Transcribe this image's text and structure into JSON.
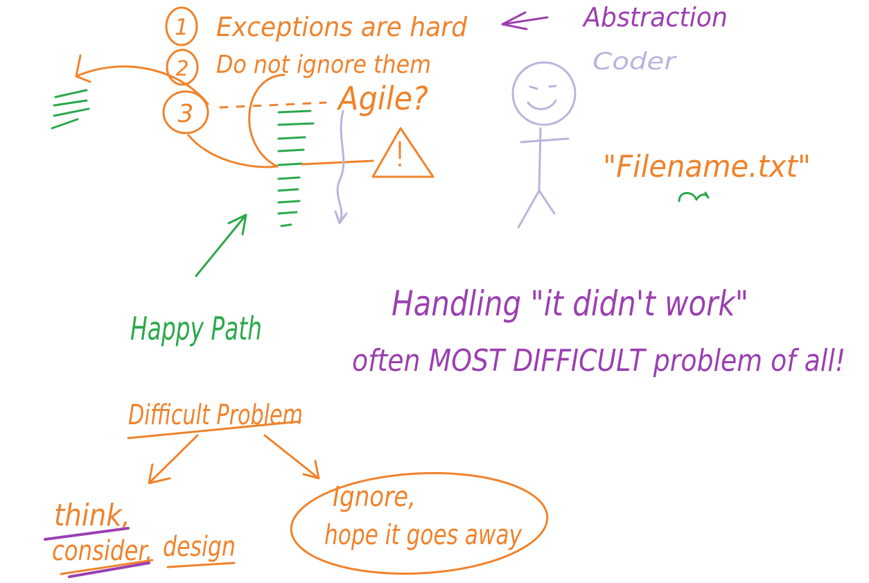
{
  "colors": {
    "orange": "#F0822A",
    "purple": "#9B3FB0",
    "green": "#2BA84A",
    "lavender": "#B9B4DD"
  },
  "list": {
    "item1_number": "1",
    "item1_text": "Exceptions are hard",
    "item2_number": "2",
    "item2_text": "Do not ignore them",
    "item3_number": "3"
  },
  "abstraction_label": "Abstraction",
  "person_label": "Coder",
  "agile_label": "Agile?",
  "filename_label": "\"Filename.txt\"",
  "happy_path_label": "Happy Path",
  "handling": {
    "line1": "Handling \"it didn't work\"",
    "line2": "often MOST DIFFICULT problem of all!"
  },
  "difficult_problem_label": "Difficult Problem",
  "think": {
    "word1": "think,",
    "word2": "consider,",
    "word3": "design"
  },
  "ignore": {
    "line1": "Ignore,",
    "line2": "hope it goes away"
  }
}
